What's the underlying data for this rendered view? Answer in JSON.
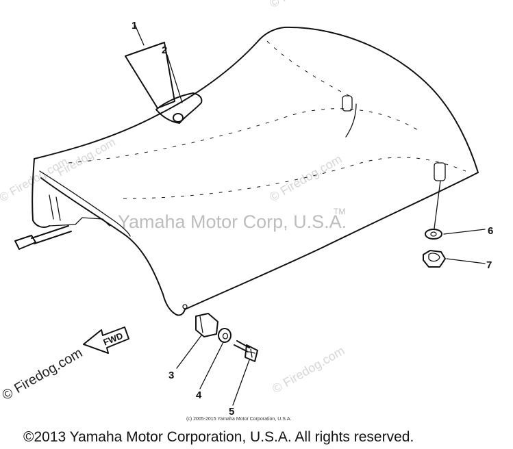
{
  "callouts": [
    "1",
    "2",
    "3",
    "4",
    "5",
    "6",
    "7"
  ],
  "fwd_label": "FWD",
  "watermarks": {
    "brand": "© Firedog.com",
    "brand_short": "Firedog.com",
    "center": "Yamaha Motor Corp, U.S.A.",
    "tm": "TM"
  },
  "small_copyright": "(c) 2005-2015 Yamaha Motor Corporation, U.S.A.",
  "footer_copyright": "©2013 Yamaha Motor Corporation, U.S.A. All rights reserved."
}
